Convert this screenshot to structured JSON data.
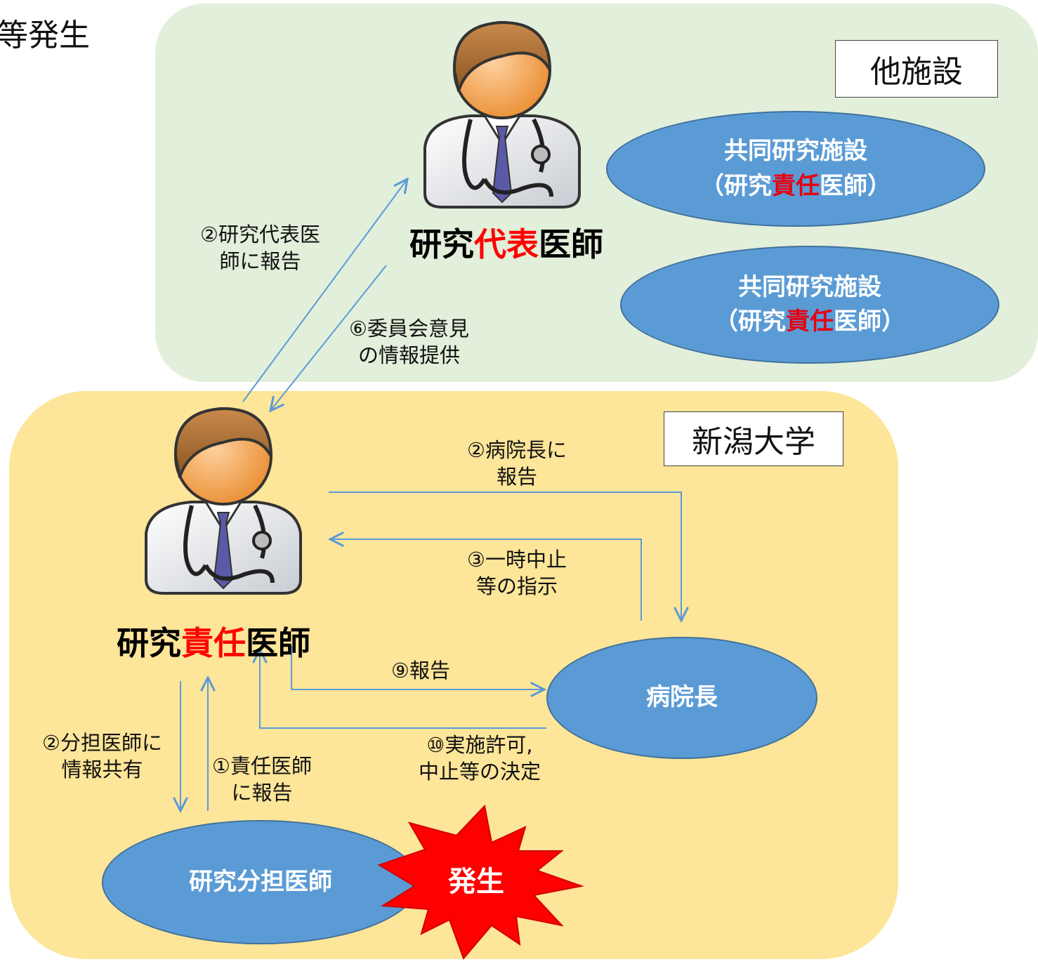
{
  "heading_fragment": "等発生",
  "other_facility": {
    "label": "他施設",
    "collab_1": {
      "line1": "共同研究施設",
      "line2_pre": "（研究",
      "line2_red": "責任",
      "line2_post": "医師）"
    },
    "collab_2": {
      "line1": "共同研究施設",
      "line2_pre": "（研究",
      "line2_red": "責任",
      "line2_post": "医師）"
    },
    "lead_doctor": {
      "pre": "研究",
      "red": "代表",
      "post": "医師"
    }
  },
  "niigata": {
    "label": "新潟大学",
    "responsible_doctor": {
      "pre": "研究",
      "red": "責任",
      "post": "医師"
    },
    "director": "病院長",
    "sub_doctor": "研究分担医師",
    "occurrence": "発生"
  },
  "notes": {
    "report_lead": [
      "②研究代表医",
      "師に報告"
    ],
    "committee_info": [
      "⑥委員会意見",
      "の情報提供"
    ],
    "report_director": [
      "②病院長に",
      "報告"
    ],
    "suspend_instruction": [
      "③一時中止",
      "等の指示"
    ],
    "report_9": [
      "⑨報告"
    ],
    "decision_10": [
      "⑩実施許可,",
      "中止等の決定"
    ],
    "share_sub": [
      "②分担医師に",
      "情報共有"
    ],
    "report_responsible": [
      "①責任医師",
      "に報告"
    ]
  },
  "colors": {
    "other_bg": "#e2efda",
    "niigata_bg": "#fde599",
    "ellipse_fill": "#5b9bd5",
    "arrow": "#5b9bd5",
    "accent_red": "#ff0000"
  }
}
